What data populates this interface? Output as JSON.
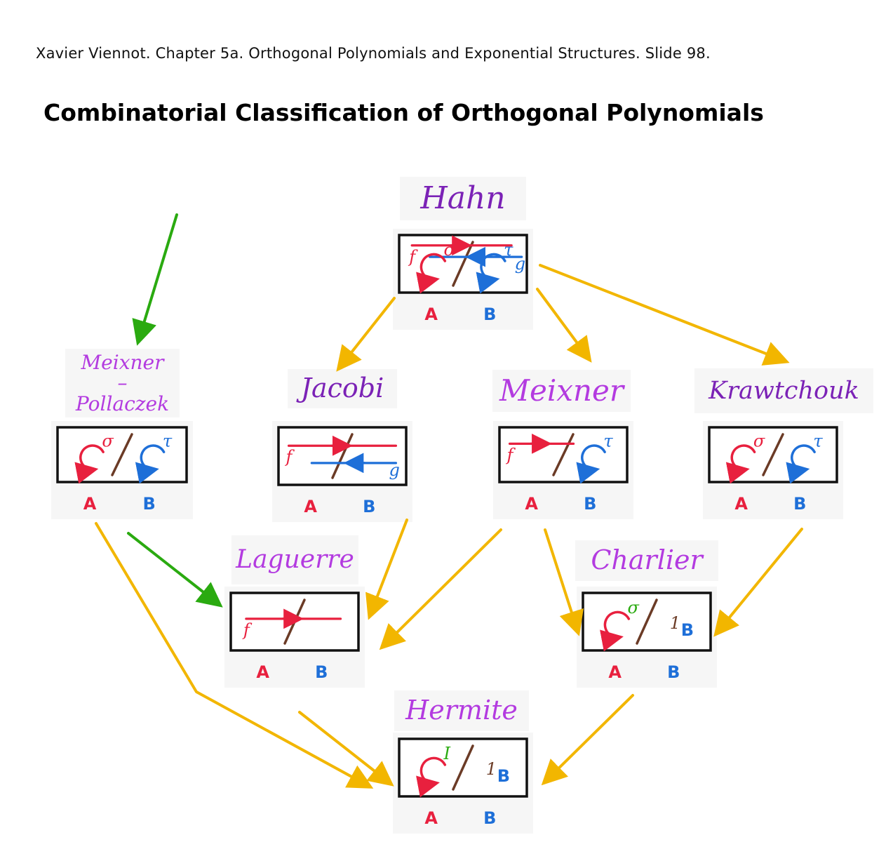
{
  "header": "Xavier Viennot.  Chapter 5a. Orthogonal Polynomials and Exponential Structures. Slide 98.",
  "title": "Combinatorial Classification of Orthogonal Polynomials",
  "families": {
    "hahn": "Hahn",
    "meixner_pollaczek": [
      "Meixner",
      "–",
      "Pollaczek"
    ],
    "jacobi": "Jacobi",
    "meixner": "Meixner",
    "krawtchouk": "Krawtchouk",
    "laguerre": "Laguerre",
    "charlier": "Charlier",
    "hermite": "Hermite"
  },
  "box_labels": {
    "a": "A",
    "b": "B"
  },
  "symbols": {
    "f": "f",
    "g": "g",
    "sigma": "σ",
    "tau": "τ",
    "identity": "I",
    "one_b": "1",
    "sub_b": "B"
  },
  "colors": {
    "arrow_yellow": "#f2b600",
    "arrow_green": "#2aaa10",
    "family_purple": "#7b22b6",
    "family_violet": "#b33be0",
    "red": "#e8203e",
    "blue": "#1e6fd8",
    "brown": "#6b3b26",
    "green_symbol": "#2aaa10"
  }
}
